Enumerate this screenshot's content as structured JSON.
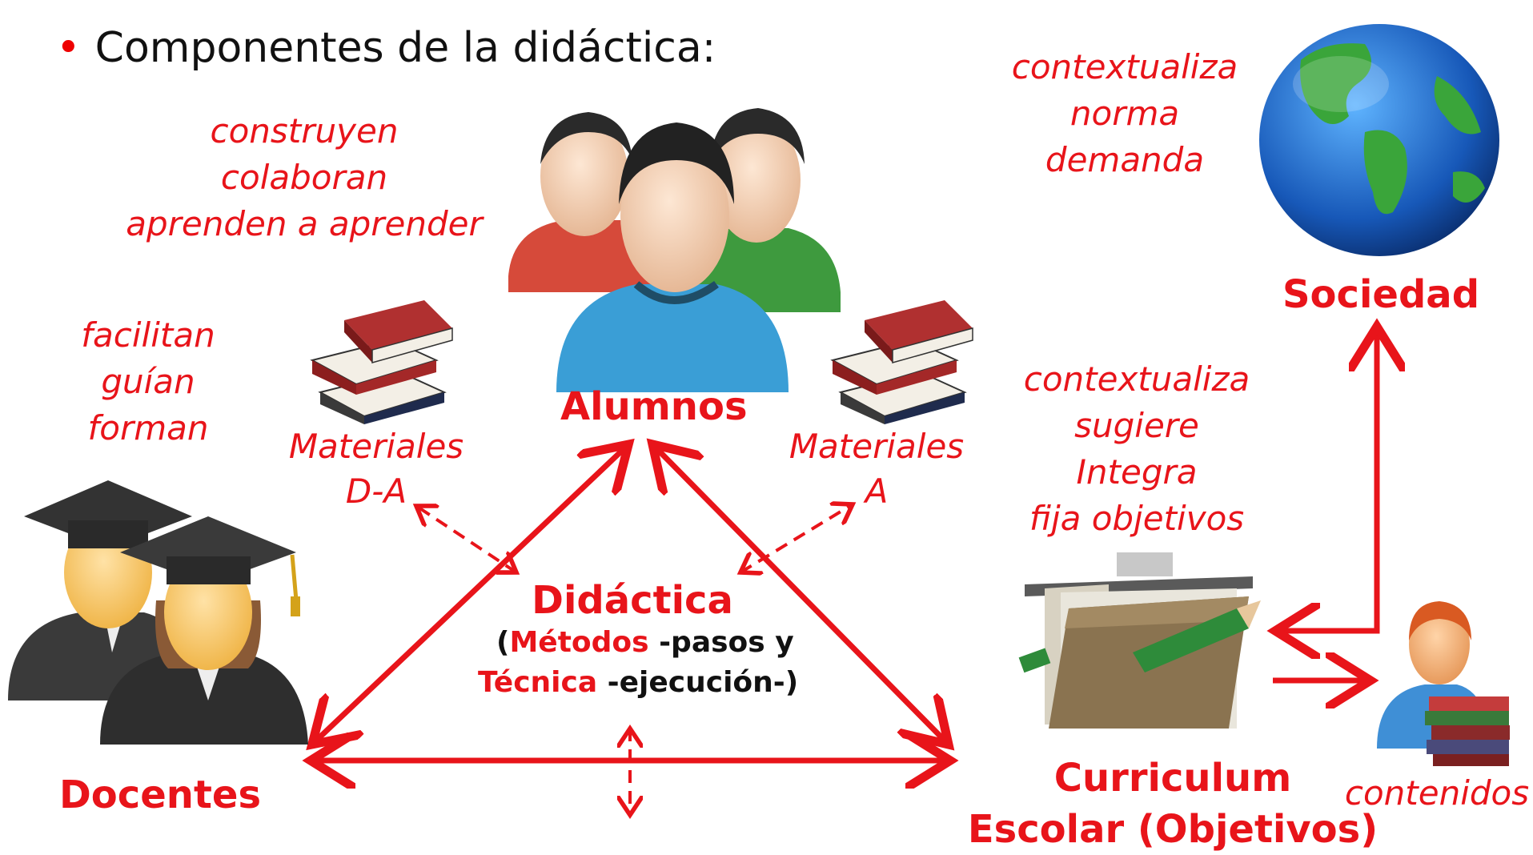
{
  "title": "Componentes de la didáctica:",
  "alumnos": {
    "label": "Alumnos",
    "verbs": [
      "construyen",
      "colaboran",
      "aprenden a aprender"
    ]
  },
  "docentes": {
    "label": "Docentes",
    "verbs": [
      "facilitan",
      "guían",
      "forman"
    ]
  },
  "sociedad": {
    "label": "Sociedad",
    "verbs": [
      "contextualiza",
      "norma",
      "demanda"
    ]
  },
  "curriculum": {
    "label_line1": "Curriculum",
    "label_line2": "Escolar (Objetivos)",
    "verbs": [
      "contextualiza",
      "sugiere",
      "Integra",
      "fija objetivos"
    ]
  },
  "materiales_left": {
    "line1": "Materiales",
    "line2": "D-A"
  },
  "materiales_right": {
    "line1": "Materiales",
    "line2": "A"
  },
  "didactica": {
    "label": "Didáctica",
    "metodos_open": "(",
    "metodos": "Métodos",
    "metodos_rest": " -pasos y",
    "tecnica": "Técnica",
    "tecnica_rest": " -ejecución-)"
  },
  "contenidos": "contenidos",
  "colors": {
    "accent": "#e8141a",
    "text": "#111111"
  },
  "icons": [
    "students-icon",
    "teachers-graduates-icon",
    "globe-icon",
    "books-icon",
    "folder-pencil-icon",
    "reader-with-books-icon"
  ]
}
